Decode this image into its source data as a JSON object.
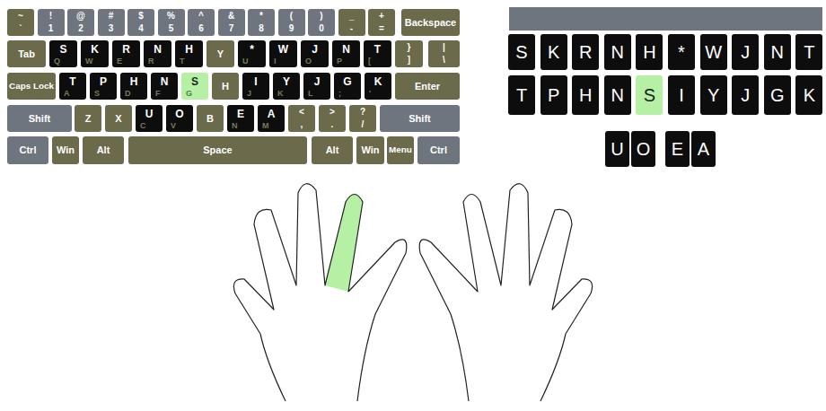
{
  "diagram": {
    "nodes": [
      {
        "text": [
          "~",
          "`"
        ]
      },
      {
        "text": [
          "!",
          "1"
        ]
      },
      {
        "text": [
          "@",
          "2"
        ]
      },
      {
        "text": [
          "#",
          "3"
        ]
      },
      {
        "text": [
          "$",
          "4"
        ]
      },
      {
        "text": [
          "%",
          "5"
        ]
      },
      {
        "text": [
          "^",
          "6"
        ]
      },
      {
        "text": [
          "&",
          "7"
        ]
      },
      {
        "text": [
          "*",
          "8"
        ]
      },
      {
        "text": [
          "(",
          "9"
        ]
      },
      {
        "text": [
          ")",
          "0"
        ]
      },
      {
        "text": [
          "_",
          "-"
        ]
      },
      {
        "text": [
          "+",
          "="
        ]
      },
      {
        "text": [
          "Backspace"
        ]
      },
      {
        "text": [
          "Tab"
        ]
      },
      {
        "text": [
          "S",
          "Q"
        ]
      },
      {
        "text": [
          "K",
          "W"
        ]
      },
      {
        "text": [
          "R",
          "E"
        ]
      },
      {
        "text": [
          "N",
          "R"
        ]
      },
      {
        "text": [
          "H",
          "T"
        ]
      },
      {
        "text": [
          "Y"
        ]
      },
      {
        "text": [
          "*",
          "U"
        ]
      },
      {
        "text": [
          "W",
          "I"
        ]
      },
      {
        "text": [
          "J",
          "O"
        ]
      },
      {
        "text": [
          "N",
          "P"
        ]
      },
      {
        "text": [
          "T",
          "["
        ]
      },
      {
        "text": [
          "}",
          "]"
        ]
      },
      {
        "text": [
          "|",
          "\\"
        ]
      },
      {
        "text": [
          "Caps Lock"
        ]
      },
      {
        "text": [
          "T",
          "A"
        ]
      },
      {
        "text": [
          "P",
          "S"
        ]
      },
      {
        "text": [
          "H",
          "D"
        ]
      },
      {
        "text": [
          "N",
          "F"
        ]
      },
      {
        "text": [
          "S",
          "G"
        ]
      },
      {
        "text": [
          "H"
        ]
      },
      {
        "text": [
          "I",
          "J"
        ]
      },
      {
        "text": [
          "Y",
          "K"
        ]
      },
      {
        "text": [
          "J",
          "L"
        ]
      },
      {
        "text": [
          "G",
          ";"
        ]
      },
      {
        "text": [
          "K",
          "'"
        ]
      },
      {
        "text": [
          "Enter"
        ]
      },
      {
        "text": [
          "Shift"
        ]
      },
      {
        "text": [
          "Z"
        ]
      },
      {
        "text": [
          "X"
        ]
      },
      {
        "text": [
          "U",
          "C"
        ]
      },
      {
        "text": [
          "O",
          "V"
        ]
      },
      {
        "text": [
          "B"
        ]
      },
      {
        "text": [
          "E",
          "N"
        ]
      },
      {
        "text": [
          "A",
          "M"
        ]
      },
      {
        "text": [
          "<",
          ","
        ]
      },
      {
        "text": [
          ">",
          "."
        ]
      },
      {
        "text": [
          "?",
          "/"
        ]
      },
      {
        "text": [
          "Shift"
        ]
      },
      {
        "text": [
          "Ctrl"
        ]
      },
      {
        "text": [
          "Win"
        ]
      },
      {
        "text": [
          "Alt"
        ]
      },
      {
        "text": [
          "Space"
        ]
      },
      {
        "text": [
          "Alt"
        ]
      },
      {
        "text": [
          "Win"
        ]
      },
      {
        "text": [
          "Menu"
        ]
      },
      {
        "text": [
          "Ctrl"
        ]
      },
      {
        "text": [
          "S"
        ]
      },
      {
        "text": [
          "K"
        ]
      },
      {
        "text": [
          "R"
        ]
      },
      {
        "text": [
          "N"
        ]
      },
      {
        "text": [
          "H"
        ]
      },
      {
        "text": [
          "*"
        ]
      },
      {
        "text": [
          "W"
        ]
      },
      {
        "text": [
          "J"
        ]
      },
      {
        "text": [
          "N"
        ]
      },
      {
        "text": [
          "T"
        ]
      },
      {
        "text": [
          "T"
        ]
      },
      {
        "text": [
          "P"
        ]
      },
      {
        "text": [
          "H"
        ]
      },
      {
        "text": [
          "N"
        ]
      },
      {
        "text": [
          "S"
        ]
      },
      {
        "text": [
          "I"
        ]
      },
      {
        "text": [
          "Y"
        ]
      },
      {
        "text": [
          "J"
        ]
      },
      {
        "text": [
          "G"
        ]
      },
      {
        "text": [
          "K"
        ]
      },
      {
        "text": [
          "U"
        ]
      },
      {
        "text": [
          "O"
        ]
      },
      {
        "text": [
          "E"
        ]
      },
      {
        "text": [
          "A"
        ]
      }
    ]
  }
}
